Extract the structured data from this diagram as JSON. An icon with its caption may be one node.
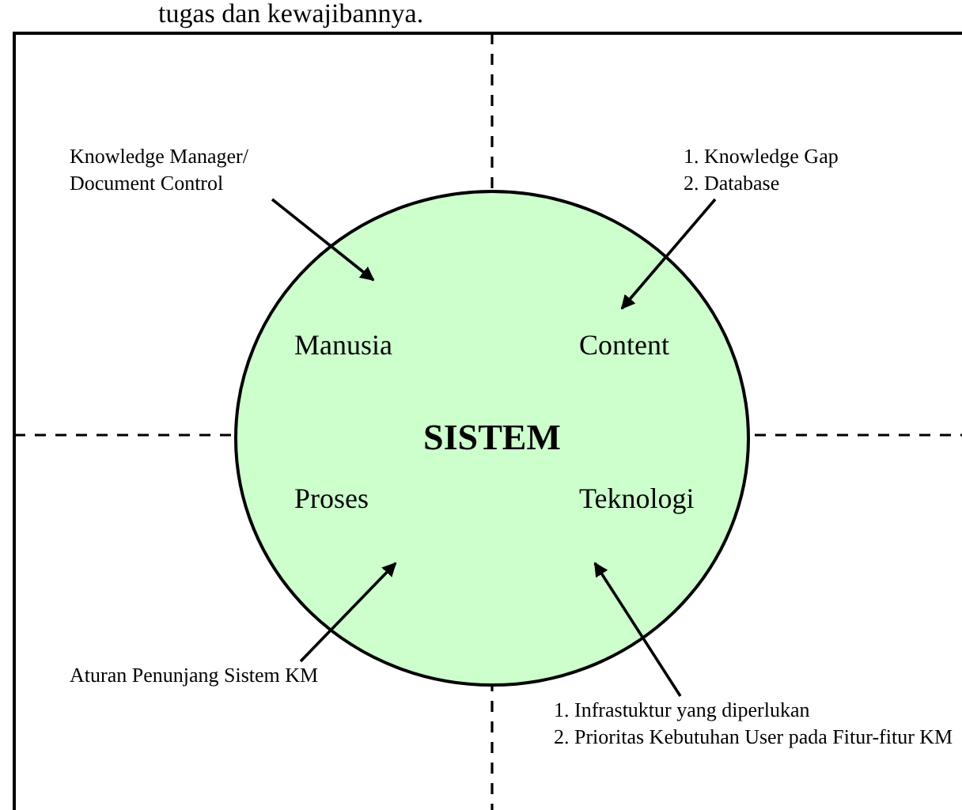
{
  "diagram": {
    "nodes": [
      {
        "text": [
          "SISTEM"
        ]
      },
      {
        "text": [
          "Manusia"
        ],
        "in": 0
      },
      {
        "text": [
          "Content"
        ],
        "in": 0
      },
      {
        "text": [
          "Proses"
        ],
        "in": 0
      },
      {
        "text": [
          "Teknologi"
        ],
        "in": 0
      },
      {
        "text": [
          "Knowledge Manager/ Document Control"
        ]
      },
      {
        "text": [
          "1. Knowledge Gap",
          "2. Database"
        ]
      },
      {
        "text": [
          "Aturan Penunjang Sistem KM"
        ]
      },
      {
        "text": [
          "1. Infrastuktur yang diperlukan",
          "2. Prioritas Kebutuhan User pada Fitur-fitur KM"
        ]
      }
    ],
    "edges": [
      {
        "from": 5,
        "to": 1,
        "arrow": "to"
      },
      {
        "from": 6,
        "to": 2,
        "arrow": "to"
      },
      {
        "from": 7,
        "to": 3,
        "arrow": "to"
      },
      {
        "from": 8,
        "to": 4,
        "arrow": "to"
      }
    ],
    "labels": [
      "tugas dan kewajibannya."
    ]
  }
}
